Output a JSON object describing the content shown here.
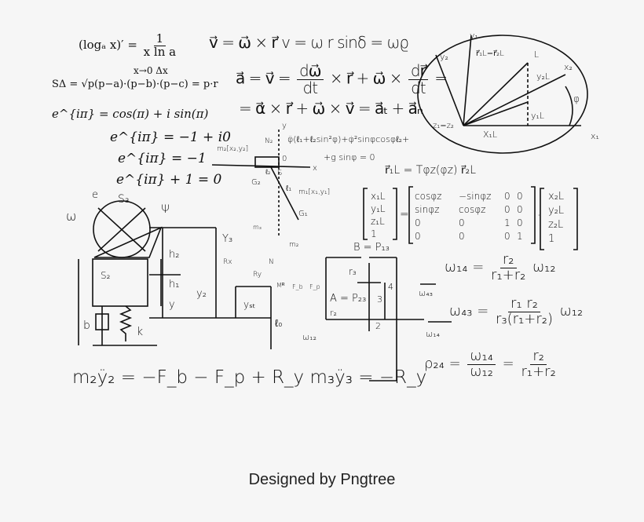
{
  "formulas": {
    "log_derivative_lhs": "(logₐ x)′ =",
    "log_derivative_num": "1",
    "log_derivative_den": "x ln a",
    "heron_above": "x→0          Δx",
    "heron": "SΔ = √p(p−a)·(p−b)·(p−c) = p·r",
    "euler_1": "e^{iπ} = cos(π) + i sin(π)",
    "euler_2": "e^{iπ} = −1 + i0",
    "euler_3": "e^{iπ} = −1",
    "euler_4": "e^{iπ} + 1 = 0",
    "velocity": "v⃗ = ω⃗ × r⃗   v = ω r sinδ = ωϱ",
    "accel_lhs": "a⃗ = v⃗ =",
    "accel_frac1_num": "dω⃗",
    "accel_frac1_den": "dt",
    "accel_mid": "× r⃗ + ω⃗ ×",
    "accel_frac2_num": "dr⃗",
    "accel_frac2_den": "dt",
    "accel_end": "=",
    "accel_line2": "= α⃗ × r⃗ + ω⃗ × v⃗ = a⃗ₜ + a⃗ₙ",
    "pendulum_eq1": "φ̈(ℓ₁+ℓ₂sin²φ)+φ̇²sinφcosφℓ₂+",
    "pendulum_eq2": "+g sinφ = 0",
    "transform": "r⃗₁L = Tφz(φz) r⃗₂L",
    "matrix_lhs": [
      "x₁L",
      "y₁L",
      "z₁L",
      "1"
    ],
    "matrix_rows": [
      [
        "cosφz",
        "−sinφz",
        "0",
        "0"
      ],
      [
        "sinφz",
        "cosφz",
        "0",
        "0"
      ],
      [
        "0",
        "0",
        "1",
        "0"
      ],
      [
        "0",
        "0",
        "0",
        "1"
      ]
    ],
    "matrix_rhs": [
      "x₂L",
      "y₂L",
      "z₂L",
      "1"
    ],
    "omega14_lhs": "ω₁₄ =",
    "omega14_num": "r₂",
    "omega14_den": "r₁+r₂",
    "omega14_rhs": "ω₁₂",
    "omega43_lhs": "ω₄₃ =",
    "omega43_num": "r₁ r₂",
    "omega43_den": "r₃(r₁+r₂)",
    "omega43_rhs": "ω₁₂",
    "rho_lhs": "ρ₂₄ =",
    "rho_num": "ω₁₄",
    "rho_den": "ω₁₂",
    "rho_eq": "=",
    "rho_num2": "r₂",
    "rho_den2": "r₁+r₂",
    "motion_eq": "m₂ÿ₂ = −F_b − F_p + R_y   m₃ÿ₃ = −R_y"
  },
  "labels": {
    "y1": "y₁",
    "y2": "y₂",
    "x1": "x₁",
    "x2": "x₂",
    "r1l_r2l": "r⃗₁L=r⃗₂L",
    "L": "L",
    "y2L": "y₂L",
    "y1L": "y₁L",
    "x1L": "X₁L",
    "x2L": "x₂L",
    "z1z2": "z₁=z₂",
    "phi": "φ",
    "B": "B = P₁₃",
    "A": "A = P₂₃",
    "r3": "r₃",
    "r2": "r₂",
    "g4": "4",
    "g3": "3",
    "g2": "2",
    "w43": "ω₄₃",
    "w14": "ω₁₄",
    "w12": "ω₁₂",
    "omega": "ω",
    "e": "e",
    "S3": "S₃",
    "psi": "Ψ",
    "S2": "S₂",
    "h2": "h₂",
    "h1": "h₁",
    "y": "y",
    "Y3": "Y₃",
    "Y2": "y₂",
    "yst": "yₛₜ",
    "l0": "ℓ₀",
    "b": "b",
    "k": "k",
    "m2x2y2": "m₂[x₂,y₂]",
    "N2": "N₂",
    "O": "0",
    "G2": "G₂",
    "l2": "ℓ₂",
    "S": "S",
    "l1": "ℓ₁",
    "m1x1y1": "m₁[x₁,y₁]",
    "G1": "G₁",
    "Y": "y",
    "X": "x",
    "m3": "m₃",
    "m2": "m₂",
    "Rx": "Rx",
    "Ry": "Ry",
    "N": "N",
    "MR": "Mᴿ",
    "Fb": "F_b",
    "Fp": "F_p"
  },
  "caption": "Designed by Pngtree"
}
